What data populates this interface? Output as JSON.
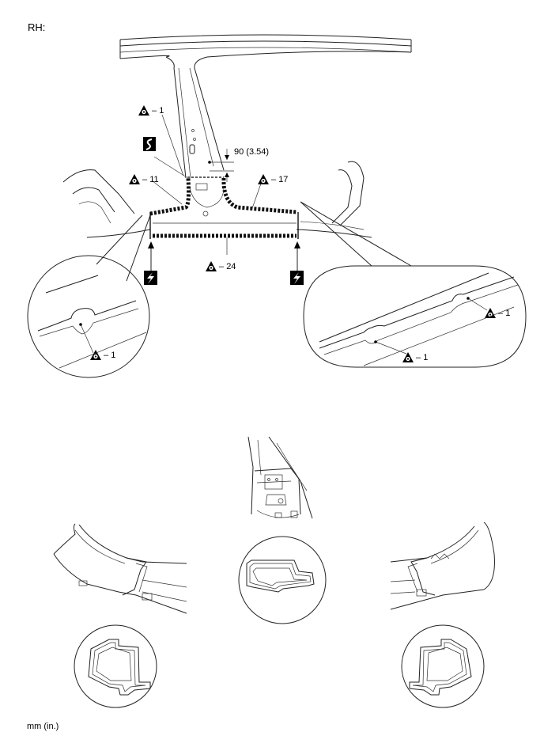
{
  "header": {
    "side_label": "RH:"
  },
  "footer": {
    "unit_label": "mm (in.)"
  },
  "callouts": {
    "weld_top": "1",
    "weld_pillar": "11",
    "weld_right": "17",
    "weld_sill": "24",
    "zoom_left": "1",
    "zoom_right_upper": "1",
    "zoom_right_lower": "1"
  },
  "dimension": {
    "text": "90 (3.54)"
  },
  "icons": {
    "weld_symbol": "spot-weld-triangle-icon",
    "saw_cut_symbol": "saw-cut-icon",
    "air_chisel_symbol": "air-chisel-icon"
  }
}
